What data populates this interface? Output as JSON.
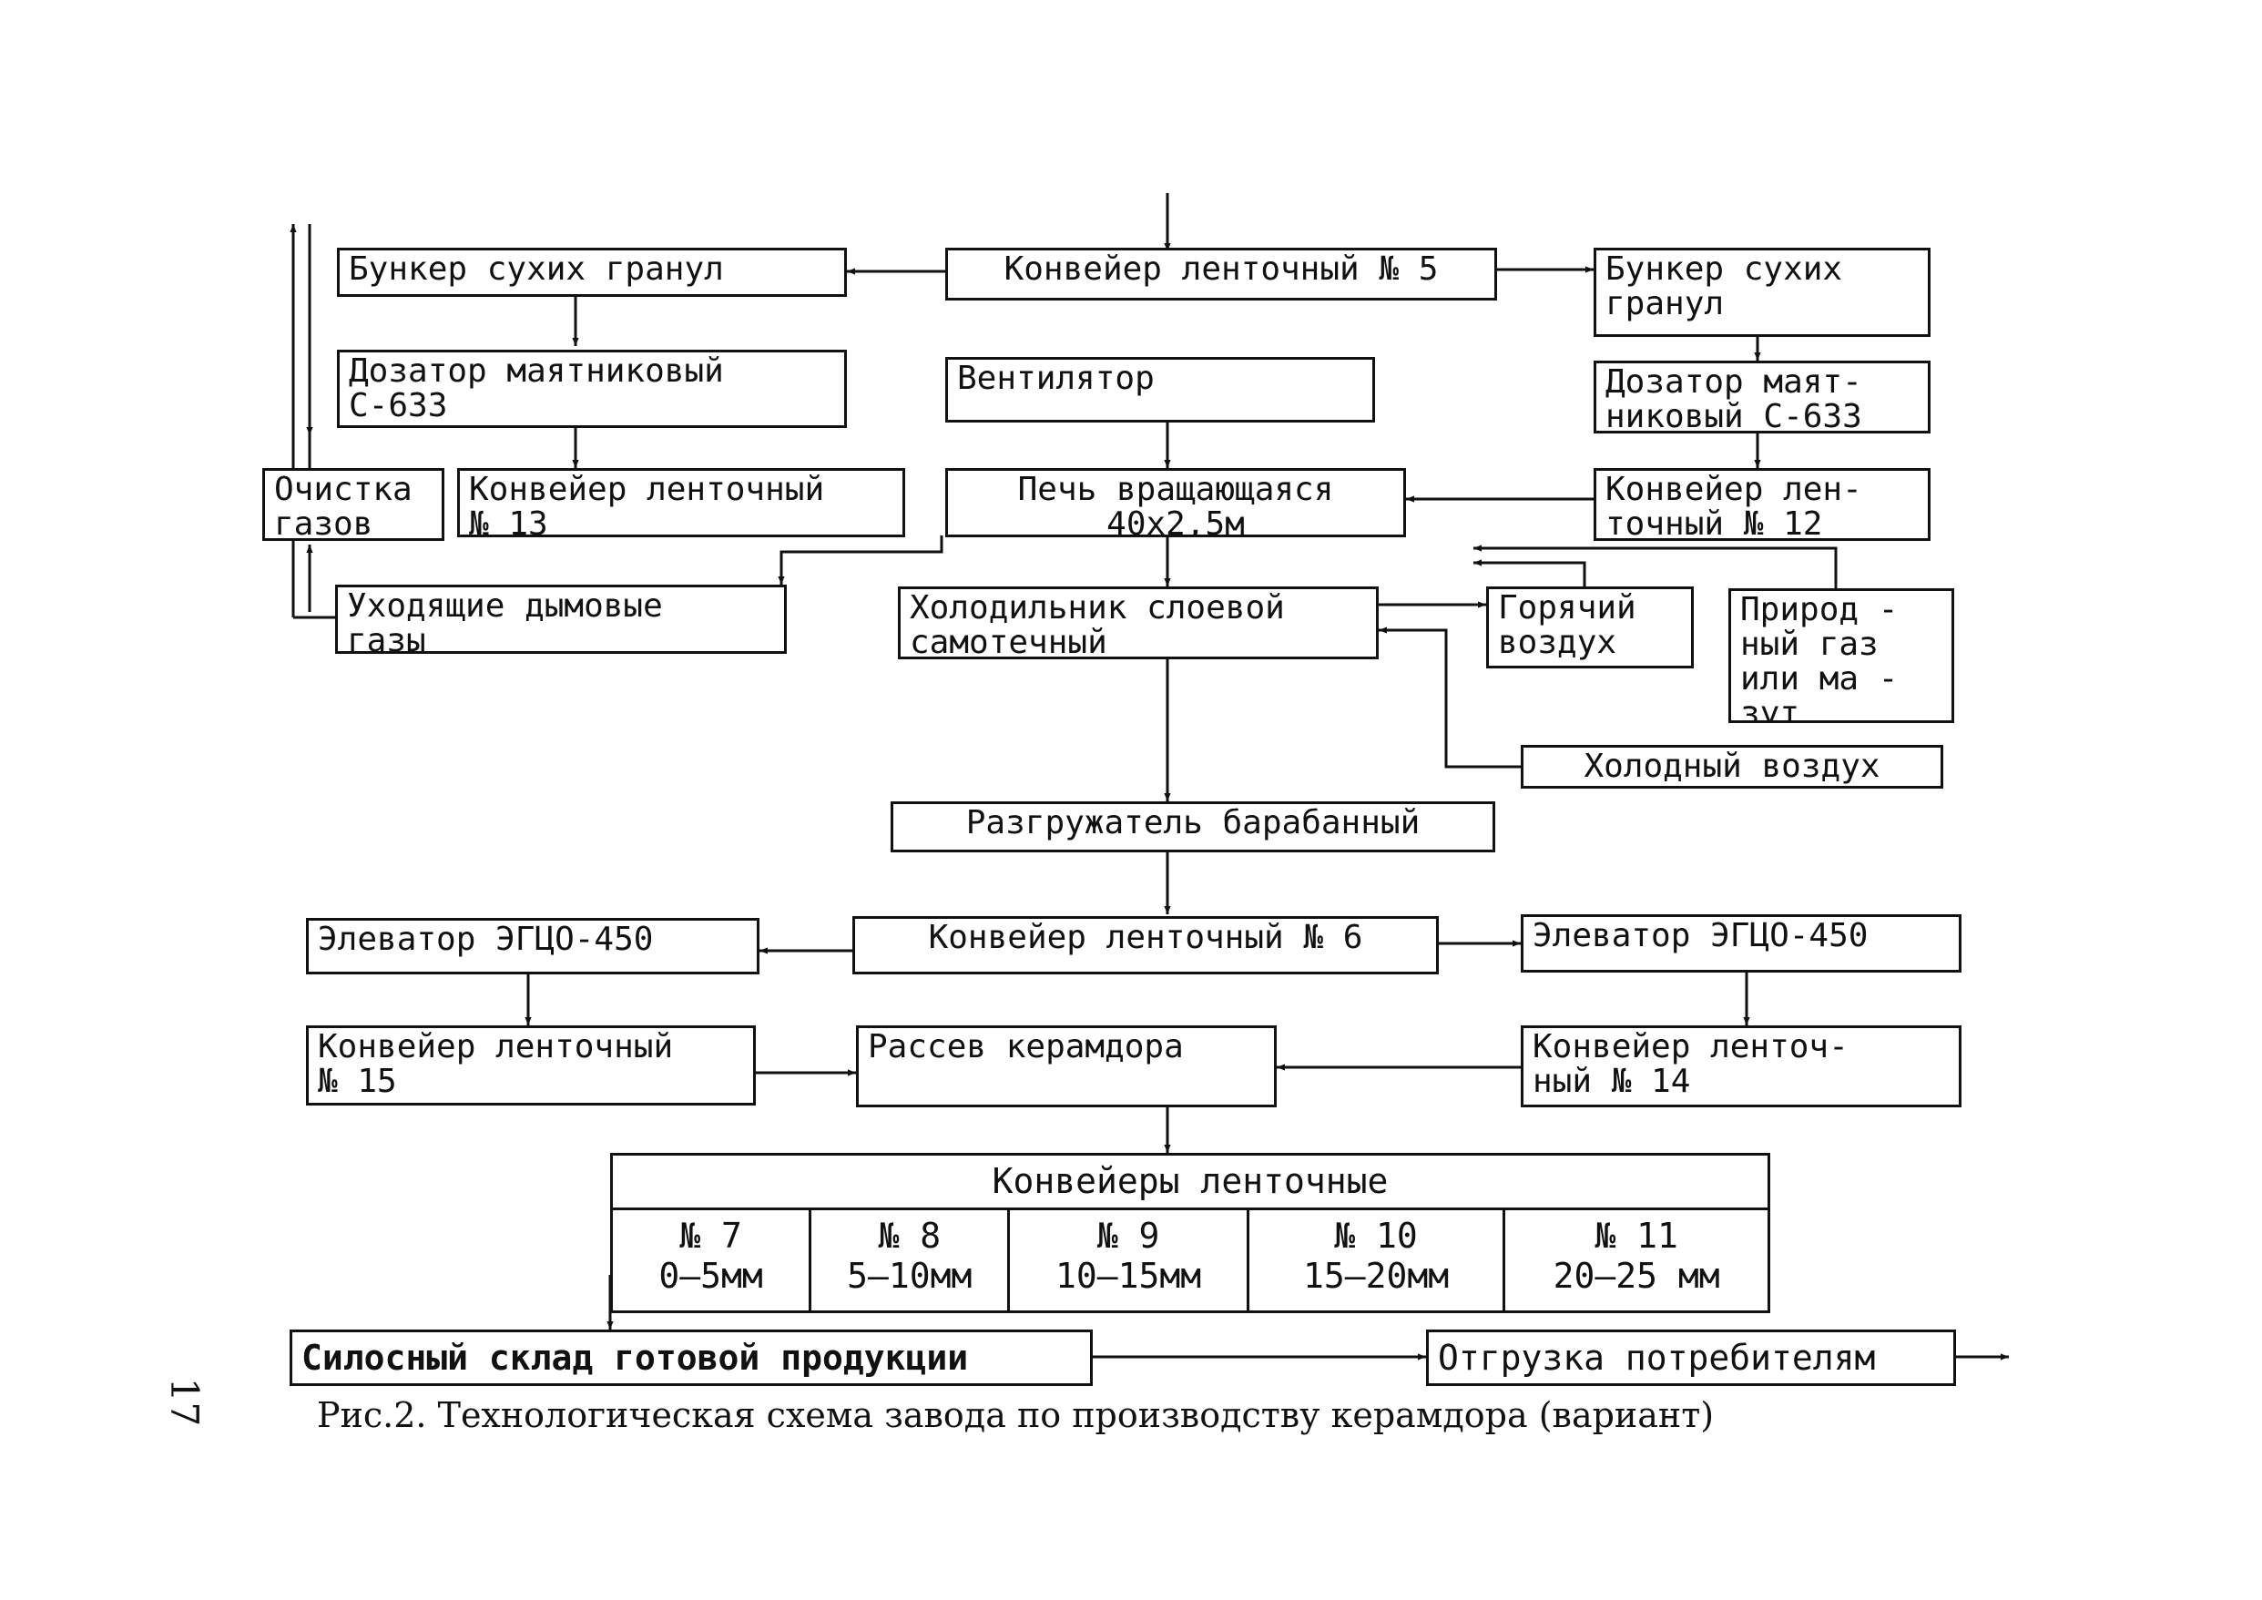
{
  "boxes": {
    "conv5": [
      "Конвейер ленточный № 5"
    ],
    "bunker_left": [
      "Бункер сухих гранул"
    ],
    "bunker_right": [
      "Бункер сухих",
      "гранул"
    ],
    "dosator_left": [
      "Дозатор маятниковый",
      "С-633"
    ],
    "dosator_right": [
      "Дозатор маят-",
      "никовый С-633"
    ],
    "ventilator": [
      "Вентилятор"
    ],
    "gas_cleaning": [
      "Очистка",
      "газов"
    ],
    "conv13": [
      "Конвейер ленточный",
      "№ 13"
    ],
    "kiln": [
      "Печь вращающаяся",
      "40х2,5м"
    ],
    "conv12": [
      "Конвейер лен-",
      "точный № 12"
    ],
    "flue_gases": [
      "Уходящие дымовые",
      "газы"
    ],
    "cooler": [
      "Холодильник слоевой",
      "самотечный"
    ],
    "hot_air": [
      "Горячий",
      "воздух"
    ],
    "natural_gas": [
      "Природ -",
      "ный газ",
      "или ма -",
      "зут"
    ],
    "cold_air": [
      "Холодный воздух"
    ],
    "unloader": [
      "Разгружатель барабанный"
    ],
    "elevator_left": [
      "Элеватор ЭГЦО-450"
    ],
    "conv6": [
      "Конвейер ленточный № 6"
    ],
    "elevator_right": [
      "Элеватор ЭГЦО-450"
    ],
    "conv15": [
      "Конвейер ленточный",
      "№ 15"
    ],
    "screening": [
      "Рассев керамдора"
    ],
    "conv14": [
      "Конвейер ленточ-",
      "ный № 14"
    ],
    "silo": [
      "Силосный склад готовой продукции"
    ],
    "shipment": [
      "Отгрузка потребителям"
    ]
  },
  "conveyors_table": {
    "header": "Конвейеры ленточные",
    "cells": [
      {
        "number": "№ 7",
        "range": "0–5мм"
      },
      {
        "number": "№ 8",
        "range": "5–10мм"
      },
      {
        "number": "№ 9",
        "range": "10–15мм"
      },
      {
        "number": "№ 10",
        "range": "15–20мм"
      },
      {
        "number": "№ 11",
        "range": "20–25 мм"
      }
    ]
  },
  "caption": "Рис.2. Технологическая схема завода по производству керамдора (вариант)",
  "page_number": "17"
}
